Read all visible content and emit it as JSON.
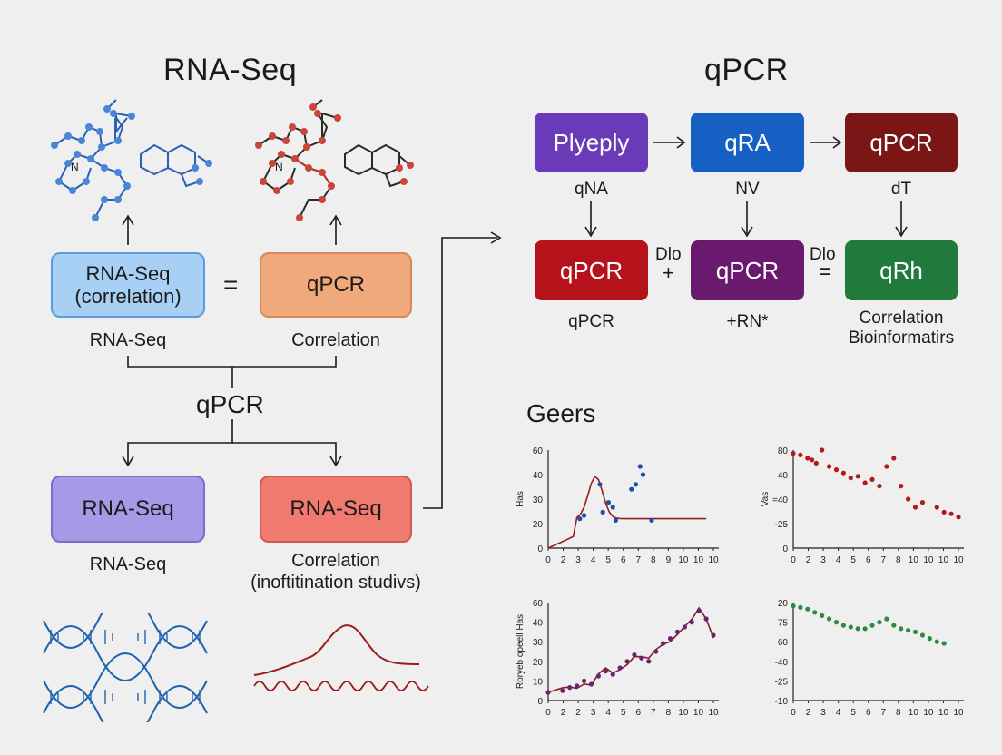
{
  "left": {
    "title": "RNA-Seq",
    "box_rnaseq_corr": [
      "RNA-Seq",
      "(correlation)"
    ],
    "equals": "=",
    "box_qpcr": "qPCR",
    "label_rnaseq": "RNA-Seq",
    "label_correlation": "Correlation",
    "mid_title": "qPCR",
    "box_bottom_left": "RNA-Seq",
    "box_bottom_right": "RNA-Seq",
    "label_bottom_left": "RNA-Seq",
    "label_bottom_right": [
      "Correlation",
      "(inoftitination studivs)"
    ],
    "molecule_label_1": "N",
    "molecule_label_2": "N"
  },
  "right": {
    "title": "qPCR",
    "row1": [
      {
        "text": "Plyeply",
        "color": "#6a3bb8",
        "label": "qNA"
      },
      {
        "text": "qRA",
        "color": "#1660c4",
        "label": "NV"
      },
      {
        "text": "qPCR",
        "color": "#7a1616",
        "label": "dT"
      }
    ],
    "row2": [
      {
        "text": "qPCR",
        "color": "#b5121b",
        "label": "qPCR"
      },
      {
        "text": "qPCR",
        "color": "#6a1a6e",
        "label": "+RN*"
      },
      {
        "text": "qRh",
        "color": "#1f7a3c",
        "label": [
          "Correlation",
          "Bioinformatirs"
        ]
      }
    ],
    "op1_top": "Dlo",
    "op1": "+",
    "op2_top": "Dlo",
    "op2": "="
  },
  "plots_title": "Geers",
  "chart_data": [
    {
      "type": "scatter",
      "ylabel": "Has",
      "x_ticks": [
        "0",
        "2",
        "3",
        "4",
        "5",
        "6",
        "7",
        "8",
        "9",
        "10",
        "10",
        "10"
      ],
      "y_ticks": [
        "60",
        "40",
        "30",
        "20",
        "0"
      ],
      "points": [
        [
          2.2,
          18
        ],
        [
          2.5,
          20
        ],
        [
          3.6,
          39
        ],
        [
          3.8,
          22
        ],
        [
          4.2,
          28
        ],
        [
          4.5,
          25
        ],
        [
          4.7,
          17
        ],
        [
          5.8,
          36
        ],
        [
          6.1,
          39
        ],
        [
          6.4,
          50
        ],
        [
          6.6,
          45
        ],
        [
          7.2,
          17
        ]
      ],
      "color": "#1e4fa8",
      "curve_color": "#9c1c1c"
    },
    {
      "type": "scatter",
      "ylabel": "Vas",
      "x_ticks": [
        "0",
        "2",
        "3",
        "4",
        "5",
        "6",
        "7",
        "8",
        "10",
        "10",
        "10",
        "10"
      ],
      "y_ticks": [
        "80",
        "40",
        "=40",
        "-25",
        "0"
      ],
      "points": [
        [
          0,
          58
        ],
        [
          0.5,
          57
        ],
        [
          1,
          55
        ],
        [
          1.3,
          54
        ],
        [
          1.6,
          52
        ],
        [
          2,
          60
        ],
        [
          2.5,
          50
        ],
        [
          3,
          48
        ],
        [
          3.5,
          46
        ],
        [
          4,
          43
        ],
        [
          4.5,
          44
        ],
        [
          5,
          40
        ],
        [
          5.5,
          42
        ],
        [
          6,
          38
        ],
        [
          6.5,
          50
        ],
        [
          7,
          55
        ],
        [
          7.5,
          38
        ],
        [
          8,
          30
        ],
        [
          8.5,
          25
        ],
        [
          9,
          28
        ],
        [
          10,
          25
        ],
        [
          10.5,
          22
        ],
        [
          11,
          21
        ],
        [
          11.5,
          19
        ]
      ],
      "color": "#b11a1a"
    },
    {
      "type": "scatter",
      "ylabel": "Roryeb opeell Has",
      "x_ticks": [
        "0",
        "2",
        "2",
        "3",
        "4",
        "5",
        "6",
        "7",
        "8",
        "10",
        "10",
        "10"
      ],
      "y_ticks": [
        "60",
        "40",
        "30",
        "20",
        "10",
        "0"
      ],
      "points": [
        [
          0,
          5
        ],
        [
          1,
          6
        ],
        [
          1.5,
          8
        ],
        [
          2,
          9
        ],
        [
          2.5,
          12
        ],
        [
          3,
          10
        ],
        [
          3.5,
          15
        ],
        [
          4,
          18
        ],
        [
          4.5,
          16
        ],
        [
          5,
          20
        ],
        [
          5.5,
          24
        ],
        [
          6,
          28
        ],
        [
          6.5,
          26
        ],
        [
          7,
          24
        ],
        [
          7.5,
          30
        ],
        [
          8,
          35
        ],
        [
          8.5,
          38
        ],
        [
          9,
          42
        ],
        [
          9.5,
          45
        ],
        [
          10,
          48
        ],
        [
          10.5,
          55
        ],
        [
          11,
          50
        ],
        [
          11.5,
          40
        ]
      ],
      "color": "#6a2370",
      "curve_color": "#8a1a2a"
    },
    {
      "type": "scatter",
      "ylabel": "",
      "x_ticks": [
        "0",
        "2",
        "3",
        "4",
        "5",
        "6",
        "7",
        "8",
        "10",
        "10",
        "10",
        "10"
      ],
      "y_ticks": [
        "20",
        "75",
        "60",
        "-40",
        "-25",
        "-10"
      ],
      "points": [
        [
          0,
          58
        ],
        [
          0.5,
          57
        ],
        [
          1,
          56
        ],
        [
          1.5,
          54
        ],
        [
          2,
          52
        ],
        [
          2.5,
          50
        ],
        [
          3,
          48
        ],
        [
          3.5,
          46
        ],
        [
          4,
          45
        ],
        [
          4.5,
          44
        ],
        [
          5,
          44
        ],
        [
          5.5,
          46
        ],
        [
          6,
          48
        ],
        [
          6.5,
          50
        ],
        [
          7,
          46
        ],
        [
          7.5,
          44
        ],
        [
          8,
          43
        ],
        [
          8.5,
          42
        ],
        [
          9,
          40
        ],
        [
          9.5,
          38
        ],
        [
          10,
          36
        ],
        [
          10.5,
          35
        ]
      ],
      "color": "#2e8a3e"
    }
  ]
}
